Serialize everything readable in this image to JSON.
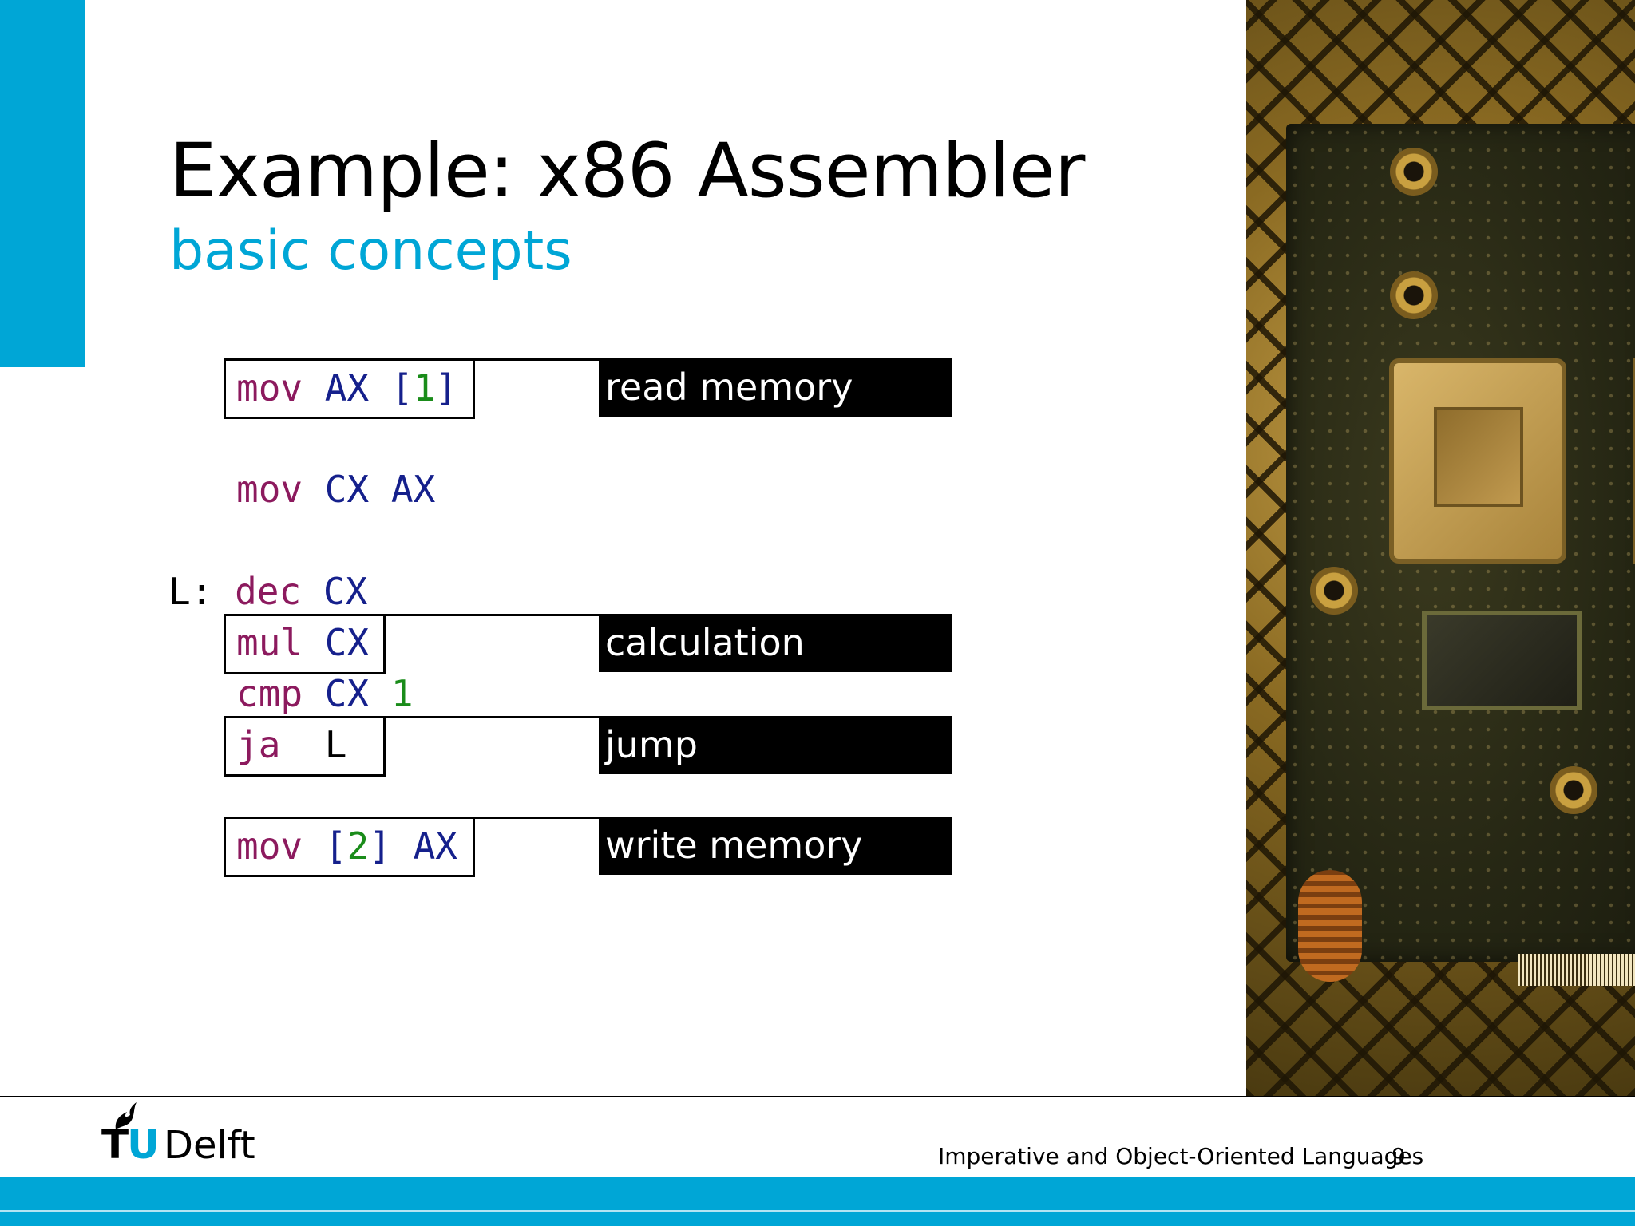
{
  "slide": {
    "title": "Example: x86 Assembler",
    "subtitle": "basic concepts"
  },
  "code": {
    "line1": {
      "op": "mov",
      "a": "AX",
      "b_open": "[",
      "b_num": "1",
      "b_close": "]"
    },
    "line2": {
      "op": "mov",
      "a": "CX",
      "b": "AX"
    },
    "line3": {
      "label": "L:",
      "op": "dec",
      "a": "CX"
    },
    "line4": {
      "op": "mul",
      "a": "CX"
    },
    "line5": {
      "op": "cmp",
      "a": "CX",
      "num": "1"
    },
    "line6": {
      "op": "ja",
      "target": "L"
    },
    "line7": {
      "op": "mov",
      "b_open": "[",
      "b_num": "2",
      "b_close": "]",
      "a": "AX"
    }
  },
  "annotations": {
    "read": "read memory",
    "calc": "calculation",
    "jump": "jump",
    "write": "write memory"
  },
  "footer": {
    "logo_tu": "T",
    "logo_u": "U",
    "logo_delft": "Delft",
    "course": "Imperative and Object-Oriented Languages",
    "page": "9"
  },
  "colors": {
    "accent": "#00a6d6",
    "keyword": "#8c1a5e",
    "register": "#15208c",
    "number": "#1a8c1a"
  }
}
